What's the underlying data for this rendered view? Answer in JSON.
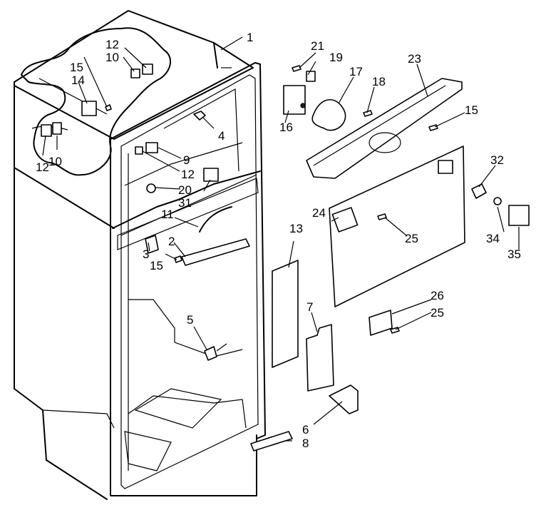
{
  "callouts": [
    {
      "id": "c1",
      "text": "1"
    },
    {
      "id": "c2",
      "text": "2"
    },
    {
      "id": "c3",
      "text": "3"
    },
    {
      "id": "c4",
      "text": "4"
    },
    {
      "id": "c5",
      "text": "5"
    },
    {
      "id": "c6",
      "text": "6"
    },
    {
      "id": "c7",
      "text": "7"
    },
    {
      "id": "c8",
      "text": "8"
    },
    {
      "id": "c9",
      "text": "9"
    },
    {
      "id": "c10a",
      "text": "10"
    },
    {
      "id": "c10b",
      "text": "10"
    },
    {
      "id": "c11",
      "text": "11"
    },
    {
      "id": "c12a",
      "text": "12"
    },
    {
      "id": "c12b",
      "text": "12"
    },
    {
      "id": "c12c",
      "text": "12"
    },
    {
      "id": "c13",
      "text": "13"
    },
    {
      "id": "c14",
      "text": "14"
    },
    {
      "id": "c15a",
      "text": "15"
    },
    {
      "id": "c15b",
      "text": "15"
    },
    {
      "id": "c15c",
      "text": "15"
    },
    {
      "id": "c16",
      "text": "16"
    },
    {
      "id": "c17",
      "text": "17"
    },
    {
      "id": "c18",
      "text": "18"
    },
    {
      "id": "c19",
      "text": "19"
    },
    {
      "id": "c20",
      "text": "20"
    },
    {
      "id": "c21",
      "text": "21"
    },
    {
      "id": "c23",
      "text": "23"
    },
    {
      "id": "c24",
      "text": "24"
    },
    {
      "id": "c25a",
      "text": "25"
    },
    {
      "id": "c25b",
      "text": "25"
    },
    {
      "id": "c26",
      "text": "26"
    },
    {
      "id": "c31",
      "text": "31"
    },
    {
      "id": "c32",
      "text": "32"
    },
    {
      "id": "c34",
      "text": "34"
    },
    {
      "id": "c35",
      "text": "35"
    }
  ]
}
